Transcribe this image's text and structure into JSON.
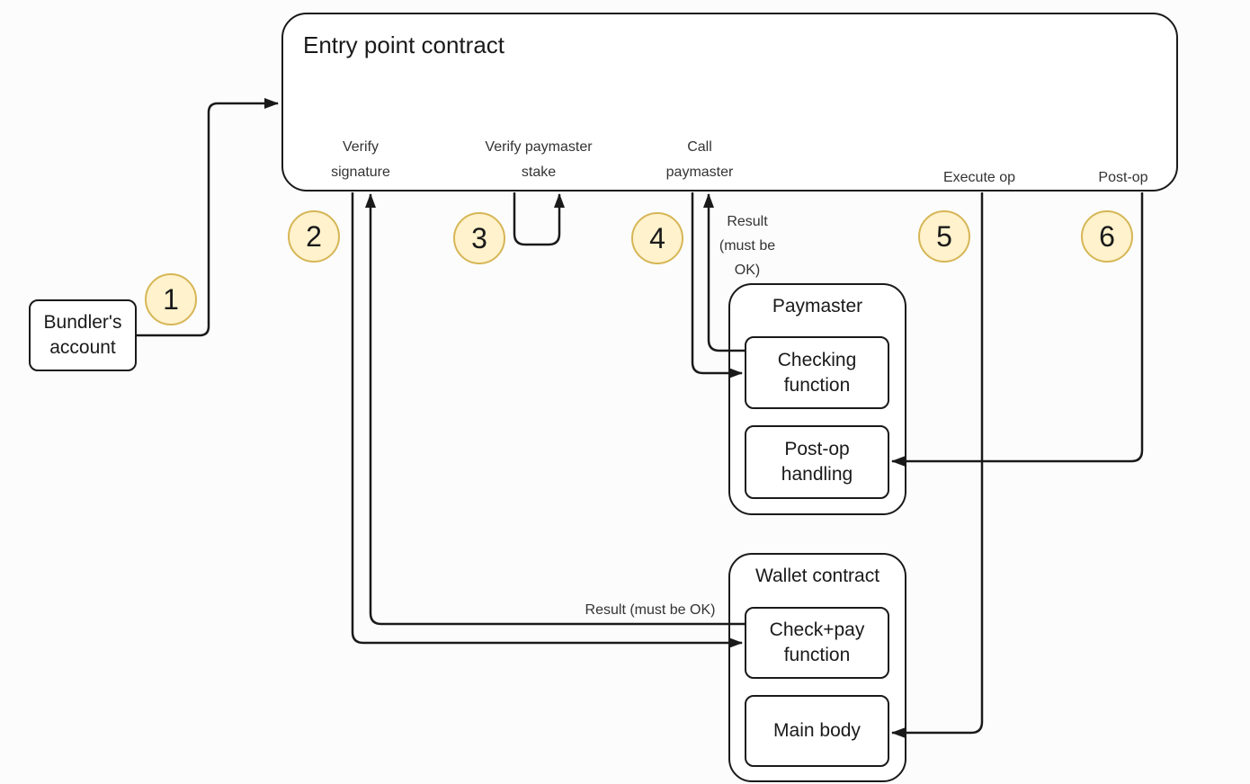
{
  "diagram": {
    "entry_point": {
      "title": "Entry point contract",
      "ports": {
        "verify_signature": "Verify\nsignature",
        "verify_paymaster_stake": "Verify paymaster\nstake",
        "call_paymaster": "Call\npaymaster",
        "execute_op": "Execute op",
        "post_op": "Post-op"
      }
    },
    "nodes": {
      "bundler": "Bundler's\naccount",
      "paymaster": {
        "title": "Paymaster",
        "checking_function": "Checking\nfunction",
        "postop_handling": "Post-op\nhandling"
      },
      "wallet": {
        "title": "Wallet contract",
        "checkpay_function": "Check+pay\nfunction",
        "main_body": "Main body"
      }
    },
    "steps": [
      "1",
      "2",
      "3",
      "4",
      "5",
      "6"
    ],
    "annotations": {
      "result_paymaster": "Result\n(must be\nOK)",
      "result_wallet": "Result (must be OK)"
    },
    "colors": {
      "background": "#fcfcfc",
      "line": "#1a1a1a",
      "node_fill": "#ffffff",
      "node_text": "#1a1a1a",
      "label_text": "#333333",
      "step_fill": "#fff2cc",
      "step_border": "#d6b656"
    }
  }
}
